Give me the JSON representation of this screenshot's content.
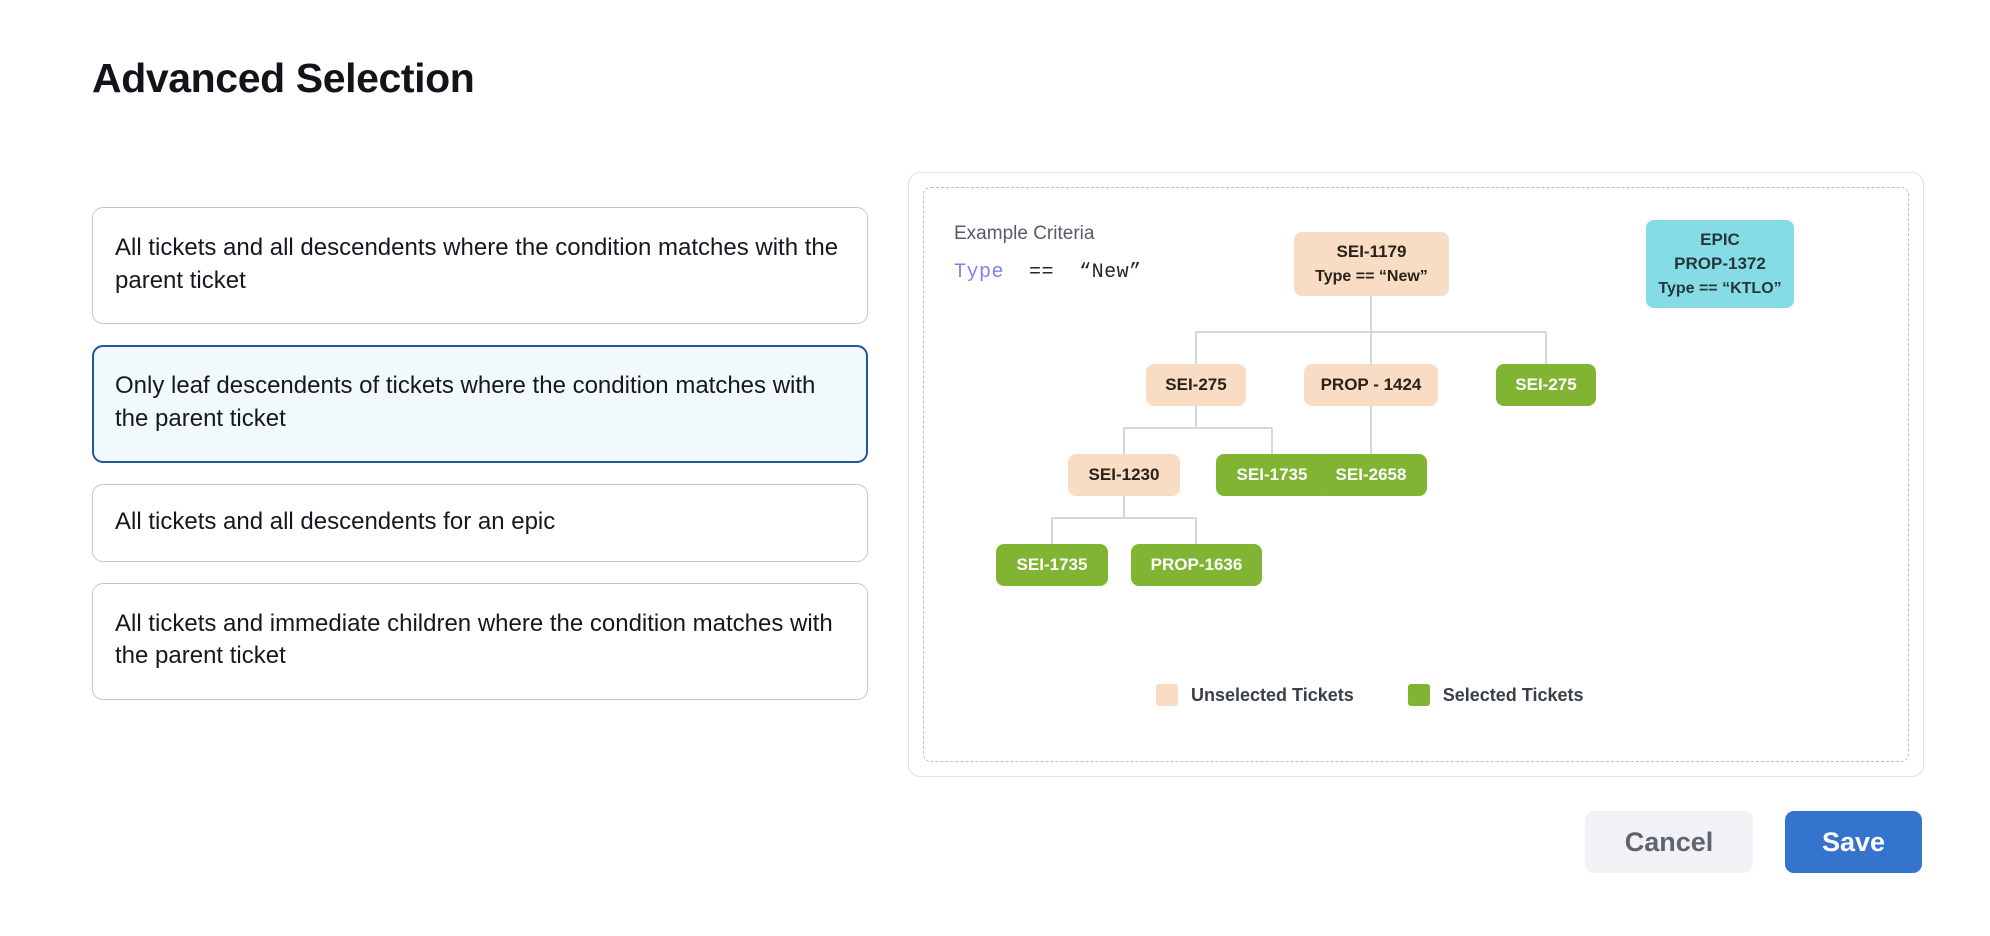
{
  "page": {
    "title": "Advanced Selection"
  },
  "options": [
    {
      "id": "all-descendents-condition",
      "label": "All tickets and all descendents where the condition matches with the parent ticket",
      "selected": false
    },
    {
      "id": "leaf-descendents-condition",
      "label": "Only leaf descendents of tickets where the condition matches with the parent ticket",
      "selected": true
    },
    {
      "id": "all-descendents-epic",
      "label": "All tickets and all descendents for an epic",
      "selected": false
    },
    {
      "id": "immediate-children-condition",
      "label": "All tickets and immediate children where the condition matches with the parent ticket",
      "selected": false
    }
  ],
  "diagram": {
    "criteria_title": "Example Criteria",
    "criteria": {
      "field": "Type",
      "operator": "==",
      "value": "“New”"
    },
    "nodes": {
      "root": {
        "id": "SEI-1179",
        "sub": "Type == “New”",
        "state": "unselected"
      },
      "epic": {
        "kind": "EPIC",
        "id": "PROP-1372",
        "sub": "Type == “KTLO”",
        "state": "epic"
      },
      "r2_left": {
        "id": "SEI-275",
        "state": "unselected"
      },
      "r2_mid": {
        "id": "PROP - 1424",
        "state": "unselected"
      },
      "r2_right": {
        "id": "SEI-275",
        "state": "selected"
      },
      "r3_left": {
        "id": "SEI-1230",
        "state": "unselected"
      },
      "r3_mid": {
        "id": "SEI-1735",
        "state": "selected"
      },
      "r3_right": {
        "id": "SEI-2658",
        "state": "selected"
      },
      "r4_left": {
        "id": "SEI-1735",
        "state": "selected"
      },
      "r4_right": {
        "id": "PROP-1636",
        "state": "selected"
      }
    },
    "legend": [
      {
        "key": "unselected",
        "label": "Unselected Tickets",
        "color": "#f8dcc3"
      },
      {
        "key": "selected",
        "label": "Selected Tickets",
        "color": "#82b434"
      }
    ]
  },
  "footer": {
    "cancel_label": "Cancel",
    "save_label": "Save"
  },
  "colors": {
    "accent": "#3574cd",
    "selected_card_border": "#21559c",
    "selected_card_bg": "#f1f9fc",
    "unselected_node": "#f8dcc3",
    "selected_node": "#82b434",
    "epic_node": "#86dce6",
    "criteria_key": "#7b85e8"
  }
}
